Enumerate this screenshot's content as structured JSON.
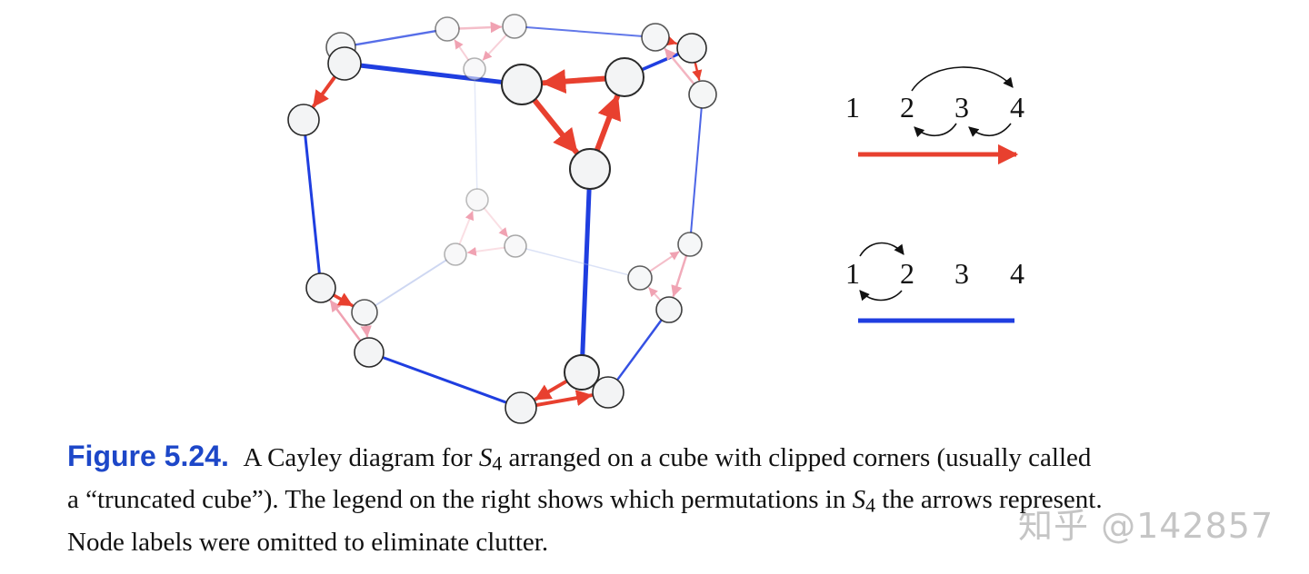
{
  "legend": {
    "red": {
      "numbers": [
        "1",
        "2",
        "3",
        "4"
      ],
      "color": "#e8402f"
    },
    "blue": {
      "numbers": [
        "1",
        "2",
        "3",
        "4"
      ],
      "color": "#1f3ee0"
    }
  },
  "caption": {
    "label": "Figure 5.24.",
    "line1_before": "A Cayley diagram for ",
    "group_symbol": "S",
    "group_sub": "4",
    "line1_after": " arranged on a cube with clipped corners (usually called",
    "line2_before": "a “truncated cube”). The legend on the right shows which permutations in ",
    "line2_after": " the arrows represent.",
    "line3": "Node labels were omitted to eliminate clutter."
  },
  "watermark": "知乎 @142857",
  "colors": {
    "red_arrow": "#e8402f",
    "red_arrow_faded": "#f0a2b2",
    "blue_edge": "#1f3ee0",
    "blue_edge_faded": "#a6b7e8",
    "node_fill": "#f3f4f5",
    "caption_label": "#1d47c8"
  }
}
